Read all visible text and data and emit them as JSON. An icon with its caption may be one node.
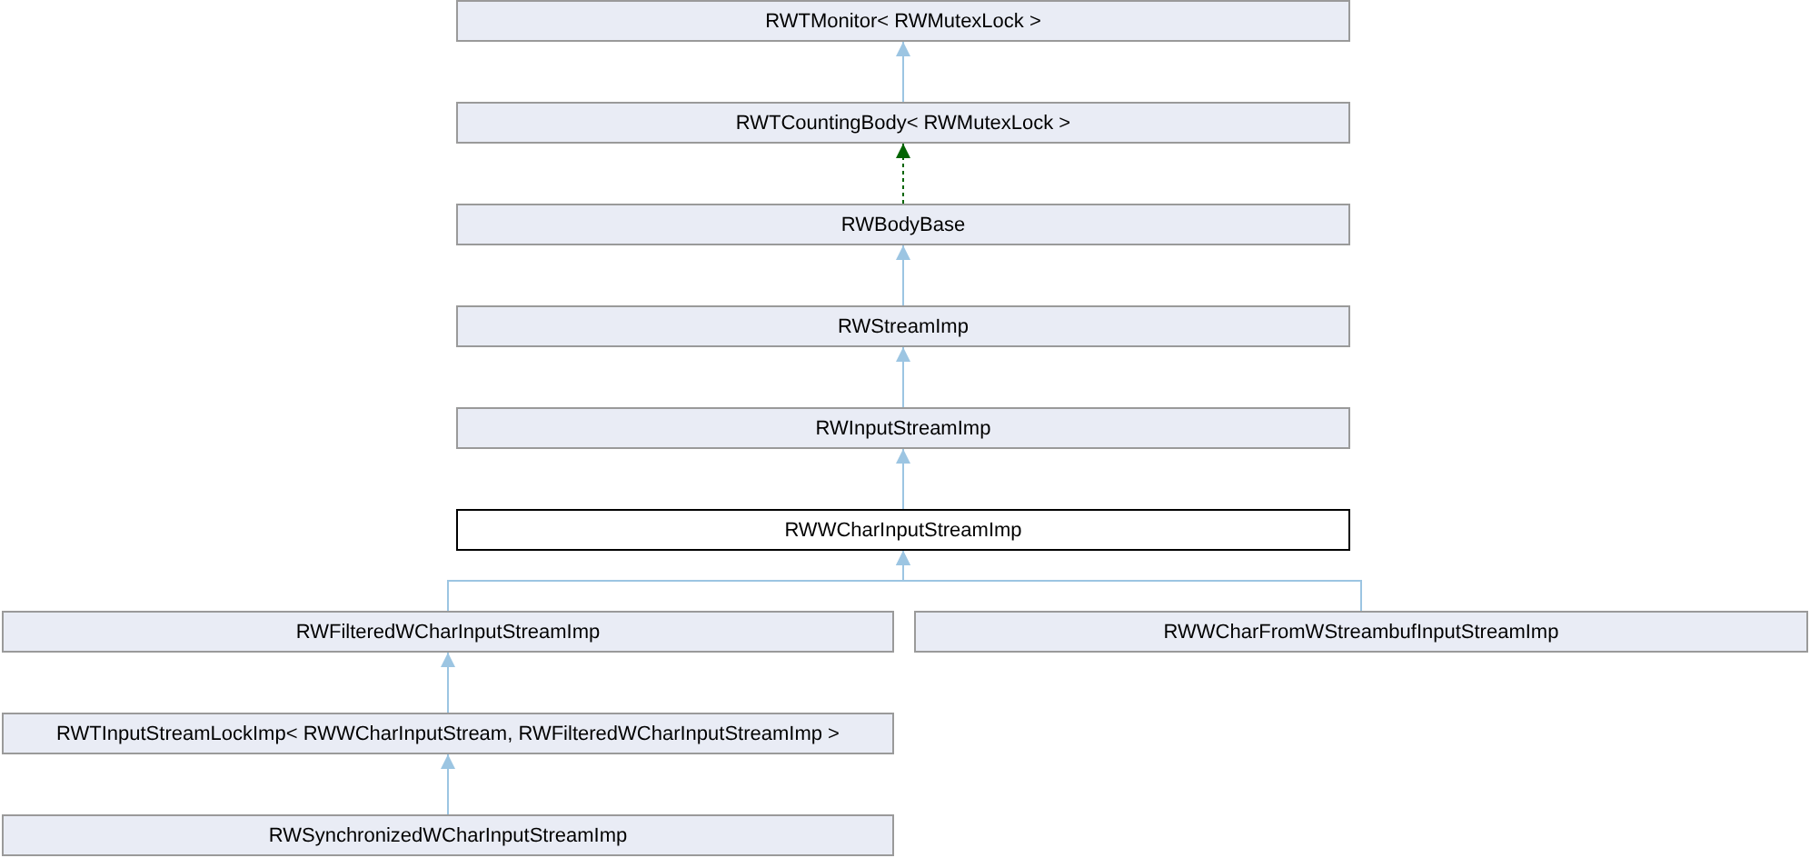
{
  "diagram": {
    "nodes": [
      {
        "text": [
          "RWTMonitor< RWMutexLock >"
        ]
      },
      {
        "text": [
          "RWTCountingBody< RWMutexLock >"
        ]
      },
      {
        "text": [
          "RWBodyBase"
        ]
      },
      {
        "text": [
          "RWStreamImp"
        ]
      },
      {
        "text": [
          "RWInputStreamImp"
        ]
      },
      {
        "text": [
          "RWWCharInputStreamImp"
        ]
      },
      {
        "text": [
          "RWFilteredWCharInputStreamImp"
        ]
      },
      {
        "text": [
          "RWWCharFromWStreambufInputStreamImp"
        ]
      },
      {
        "text": [
          "RWTInputStreamLockImp< RWWCharInputStream, RWFilteredWCharInputStreamImp >"
        ]
      },
      {
        "text": [
          "RWSynchronizedWCharInputStreamImp"
        ]
      }
    ],
    "edges": [
      {
        "from": 1,
        "to": 0,
        "arrow": "to"
      },
      {
        "from": 2,
        "to": 1,
        "arrow": "to",
        "style": "dashed",
        "color": "#006400"
      },
      {
        "from": 3,
        "to": 2,
        "arrow": "to"
      },
      {
        "from": 4,
        "to": 3,
        "arrow": "to"
      },
      {
        "from": 5,
        "to": 4,
        "arrow": "to"
      },
      {
        "from": 6,
        "to": 5,
        "arrow": "to"
      },
      {
        "from": 7,
        "to": 5,
        "arrow": "to"
      },
      {
        "from": 8,
        "to": 6,
        "arrow": "to"
      },
      {
        "from": 9,
        "to": 8,
        "arrow": "to"
      }
    ]
  }
}
